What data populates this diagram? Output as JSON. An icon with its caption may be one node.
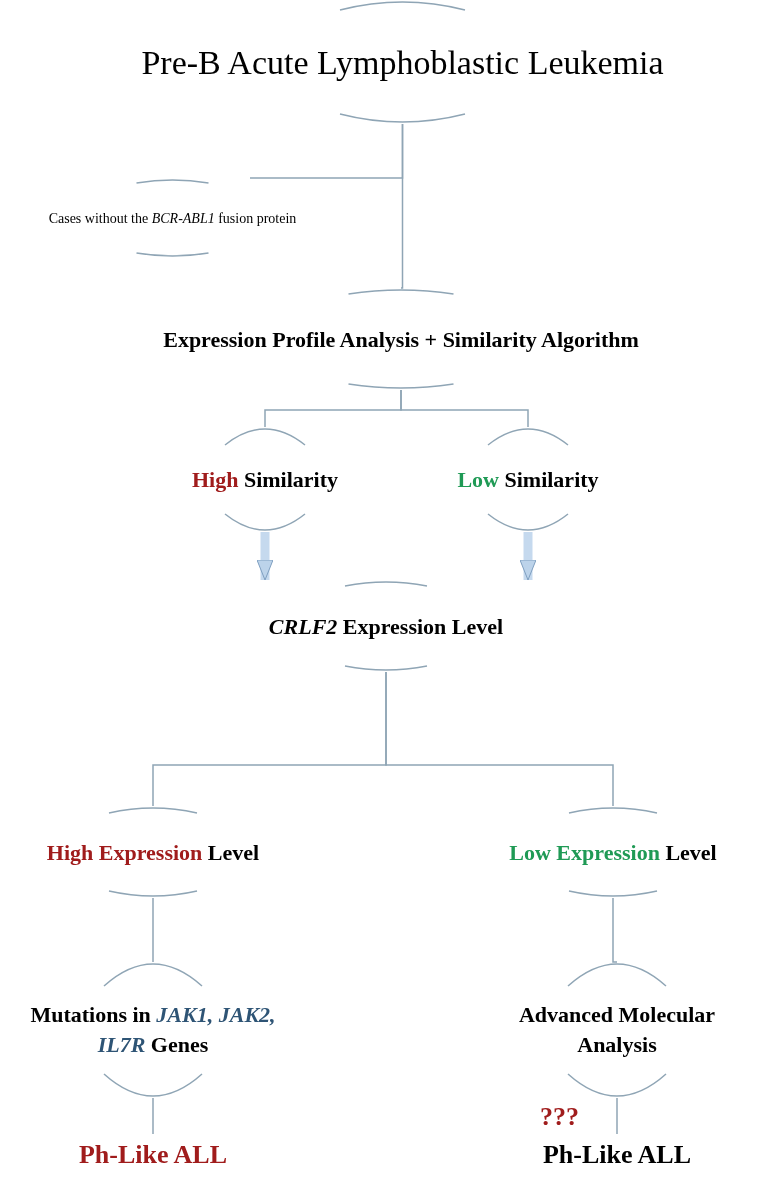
{
  "diagram": {
    "nodes": [
      {
        "text": [
          "Pre-B Acute Lymphoblastic Leukemia"
        ]
      },
      {
        "text": [
          "Cases without the *BCR-ABL1* fusion protein"
        ]
      },
      {
        "text": [
          "Expression Profile Analysis + Similarity Algorithm"
        ]
      },
      {
        "text": [
          "High Similarity"
        ]
      },
      {
        "text": [
          "Low Similarity"
        ]
      },
      {
        "text": [
          "*CRLF2* Expression Level"
        ]
      },
      {
        "text": [
          "High Expression Level"
        ]
      },
      {
        "text": [
          "Low Expression Level"
        ]
      },
      {
        "text": [
          "Mutations in *JAK1, JAK2, IL7R* Genes"
        ]
      },
      {
        "text": [
          "Advanced Molecular Analysis"
        ]
      },
      {
        "text": [
          "Ph-Like ALL"
        ]
      },
      {
        "text": [
          "Ph-Like ALL"
        ]
      }
    ],
    "edges": [
      {
        "from": 0,
        "to": 2,
        "arrow": "none"
      },
      {
        "from": 0,
        "to": 1,
        "arrow": "none"
      },
      {
        "from": 2,
        "to": 3,
        "arrow": "none"
      },
      {
        "from": 2,
        "to": 4,
        "arrow": "none"
      },
      {
        "from": 3,
        "to": 5,
        "arrow": "to",
        "style": "thick"
      },
      {
        "from": 4,
        "to": 5,
        "arrow": "to",
        "style": "thick"
      },
      {
        "from": 5,
        "to": 6,
        "arrow": "none"
      },
      {
        "from": 5,
        "to": 7,
        "arrow": "none"
      },
      {
        "from": 6,
        "to": 8,
        "arrow": "none"
      },
      {
        "from": 7,
        "to": 9,
        "arrow": "none"
      },
      {
        "from": 8,
        "to": 10,
        "arrow": "none"
      },
      {
        "from": 9,
        "to": 11,
        "arrow": "none"
      }
    ],
    "labels": [
      "???"
    ]
  }
}
